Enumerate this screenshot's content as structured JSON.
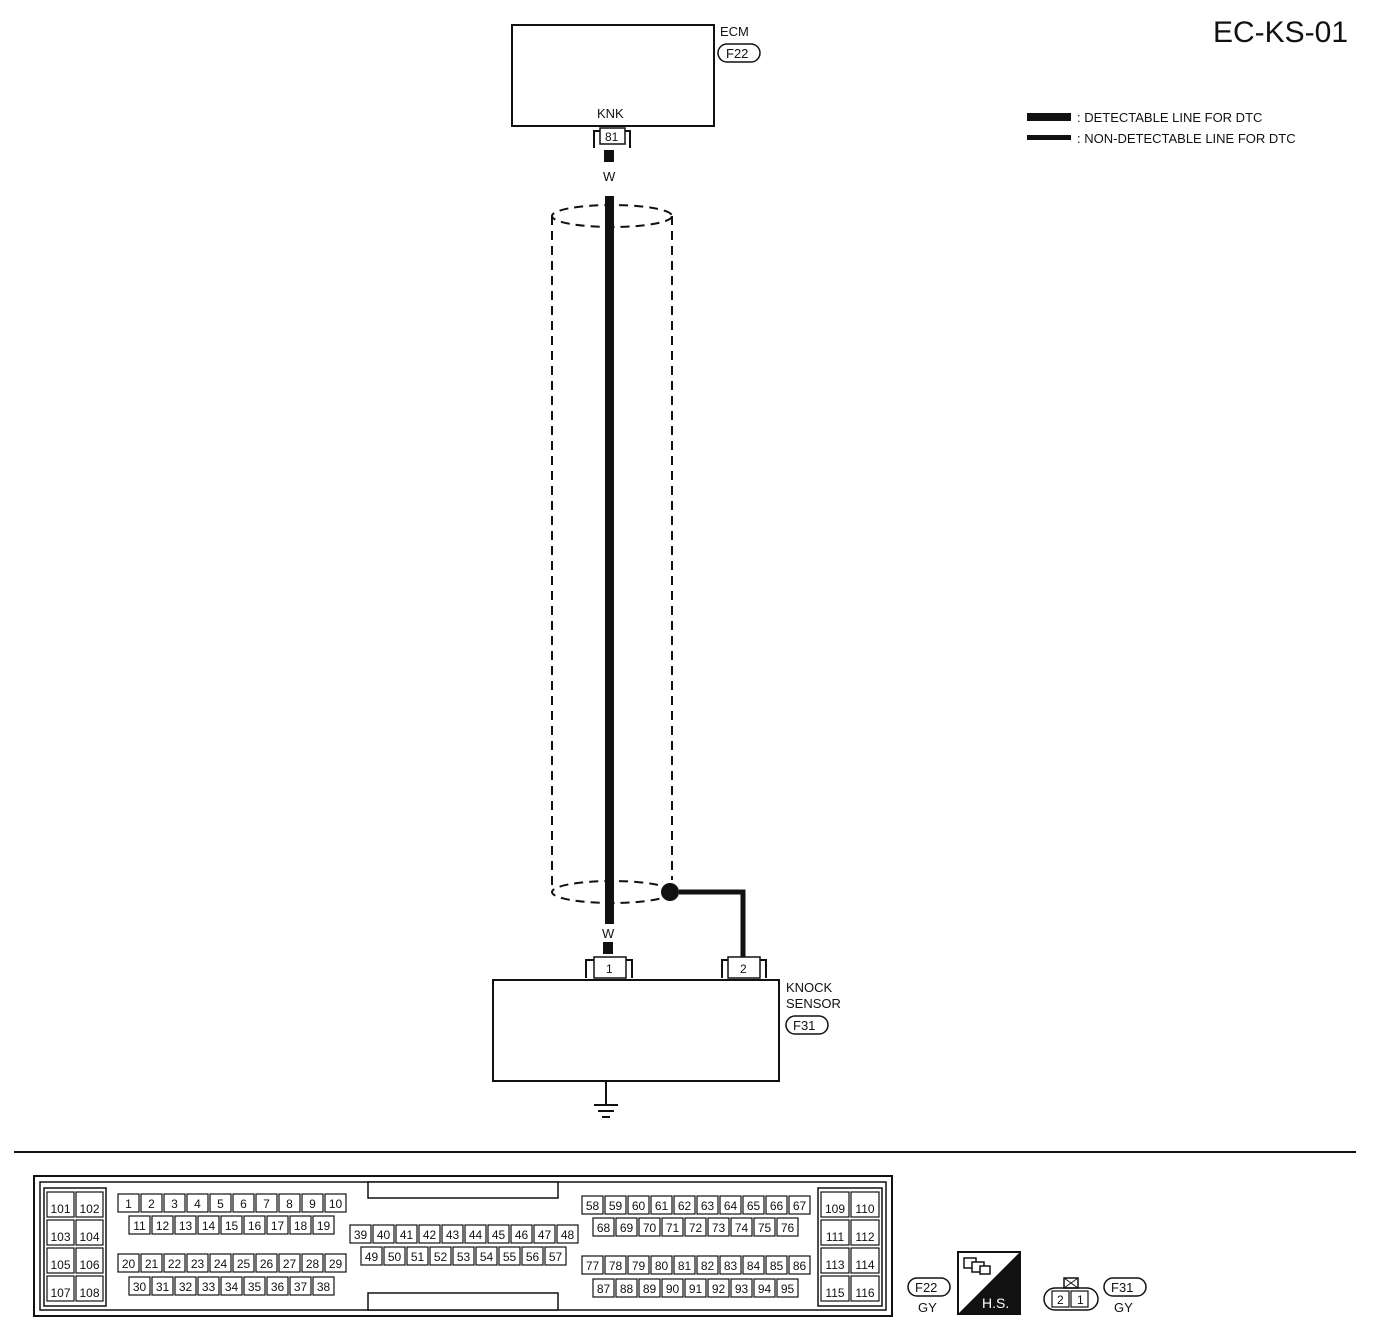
{
  "page_code": "EC-KS-01",
  "legend": {
    "detectable": ": DETECTABLE LINE FOR DTC",
    "non_detectable": ": NON-DETECTABLE LINE FOR DTC"
  },
  "ecm": {
    "name": "ECM",
    "connector": "F22",
    "terminal_label": "KNK",
    "terminal_pin": "81"
  },
  "wire_color_top": "W",
  "wire_color_bottom": "W",
  "knock_sensor": {
    "name_line1": "KNOCK",
    "name_line2": "SENSOR",
    "connector": "F31",
    "pin_1": "1",
    "pin_2": "2"
  },
  "connector_f22": {
    "id": "F22",
    "color": "GY",
    "block_left": [
      [
        "101",
        "102"
      ],
      [
        "103",
        "104"
      ],
      [
        "105",
        "106"
      ],
      [
        "107",
        "108"
      ]
    ],
    "row1": [
      "1",
      "2",
      "3",
      "4",
      "5",
      "6",
      "7",
      "8",
      "9",
      "10"
    ],
    "row2": [
      "11",
      "12",
      "13",
      "14",
      "15",
      "16",
      "17",
      "18",
      "19"
    ],
    "row3": [
      "20",
      "21",
      "22",
      "23",
      "24",
      "25",
      "26",
      "27",
      "28",
      "29"
    ],
    "row4": [
      "30",
      "31",
      "32",
      "33",
      "34",
      "35",
      "36",
      "37",
      "38"
    ],
    "mid_row1": [
      "39",
      "40",
      "41",
      "42",
      "43",
      "44",
      "45",
      "46",
      "47",
      "48"
    ],
    "mid_row2": [
      "49",
      "50",
      "51",
      "52",
      "53",
      "54",
      "55",
      "56",
      "57"
    ],
    "right_row1": [
      "58",
      "59",
      "60",
      "61",
      "62",
      "63",
      "64",
      "65",
      "66",
      "67"
    ],
    "right_row2": [
      "68",
      "69",
      "70",
      "71",
      "72",
      "73",
      "74",
      "75",
      "76"
    ],
    "right_row3": [
      "77",
      "78",
      "79",
      "80",
      "81",
      "82",
      "83",
      "84",
      "85",
      "86"
    ],
    "right_row4": [
      "87",
      "88",
      "89",
      "90",
      "91",
      "92",
      "93",
      "94",
      "95"
    ],
    "block_right": [
      [
        "109",
        "110"
      ],
      [
        "111",
        "112"
      ],
      [
        "113",
        "114"
      ],
      [
        "115",
        "116"
      ]
    ]
  },
  "hs_badge": "H.S.",
  "connector_f31": {
    "id": "F31",
    "color": "GY",
    "pins": [
      "2",
      "1"
    ]
  },
  "colors": {
    "line": "#111111",
    "background": "#ffffff"
  }
}
